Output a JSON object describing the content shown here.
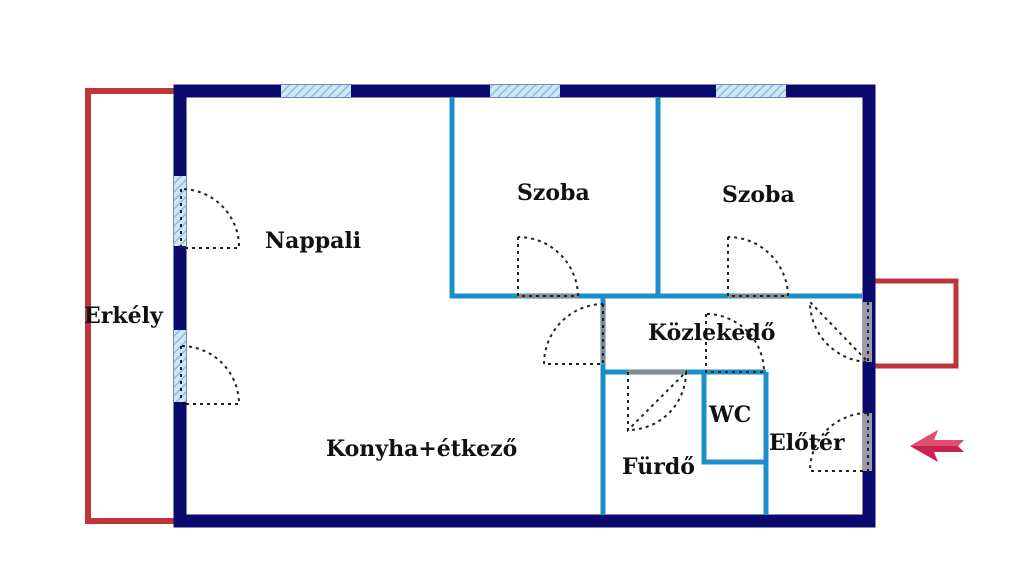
{
  "rooms": {
    "nappali": "Nappali",
    "szoba1": "Szoba",
    "szoba2": "Szoba",
    "erkely": "Erkély",
    "kozlekedo": "Közlekedő",
    "wc": "WC",
    "eloter": "Előtér",
    "konyha": "Konyha+étkező",
    "furdo": "Fürdő"
  },
  "colors": {
    "outer_wall": "#0a0a6e",
    "inner_wall": "#1a8fc8",
    "balcony": "#c0353a",
    "window": "#9ec9e8",
    "entrance_arrow": "#c8234e"
  },
  "icons": {
    "entrance": "arrow-left-icon"
  }
}
